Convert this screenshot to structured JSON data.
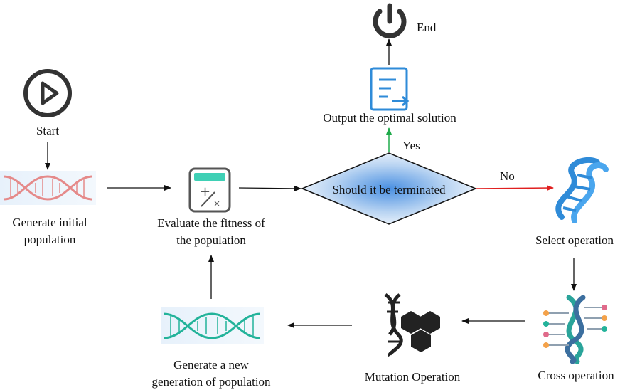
{
  "nodes": {
    "start": {
      "label": "Start",
      "icon": "play-icon"
    },
    "end": {
      "label": "End",
      "icon": "power-icon"
    },
    "generate_initial": {
      "label_line1": "Generate initial",
      "label_line2": "population",
      "icon": "dna-strand-icon"
    },
    "evaluate": {
      "label_line1": "Evaluate the fitness of",
      "label_line2": "the population",
      "icon": "calculator-icon"
    },
    "decision": {
      "label": "Should it be terminated"
    },
    "output": {
      "label": "Output the optimal solution",
      "icon": "document-export-icon"
    },
    "select": {
      "label": "Select operation",
      "icon": "dna-helix-icon"
    },
    "cross": {
      "label": "Cross operation",
      "icon": "dna-cross-icon"
    },
    "mutation": {
      "label": "Mutation Operation",
      "icon": "dna-hexagon-icon"
    },
    "generate_new": {
      "label_line1": "Generate a new",
      "label_line2": "generation of population",
      "icon": "dna-strand-icon"
    }
  },
  "edges": {
    "yes": "Yes",
    "no": "No"
  },
  "colors": {
    "yes_arrow": "#1faa4a",
    "no_arrow": "#e02020",
    "icon_dark": "#333333",
    "dna_red": "#e58a8a",
    "dna_teal": "#23b39a",
    "blue": "#2f8bd8"
  }
}
